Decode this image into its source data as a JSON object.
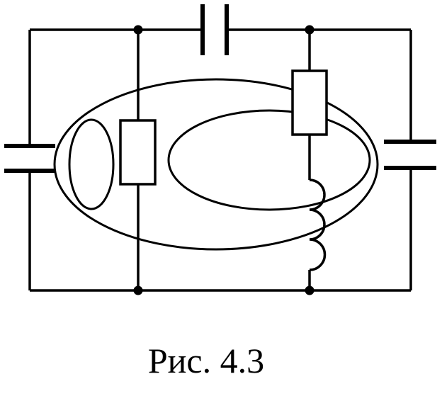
{
  "figure": {
    "caption": "Рис. 4.3",
    "elements": {
      "resistors": 2,
      "capacitors": 3,
      "inductors": 1,
      "junction_nodes": 4,
      "closed_contours": 3
    }
  }
}
